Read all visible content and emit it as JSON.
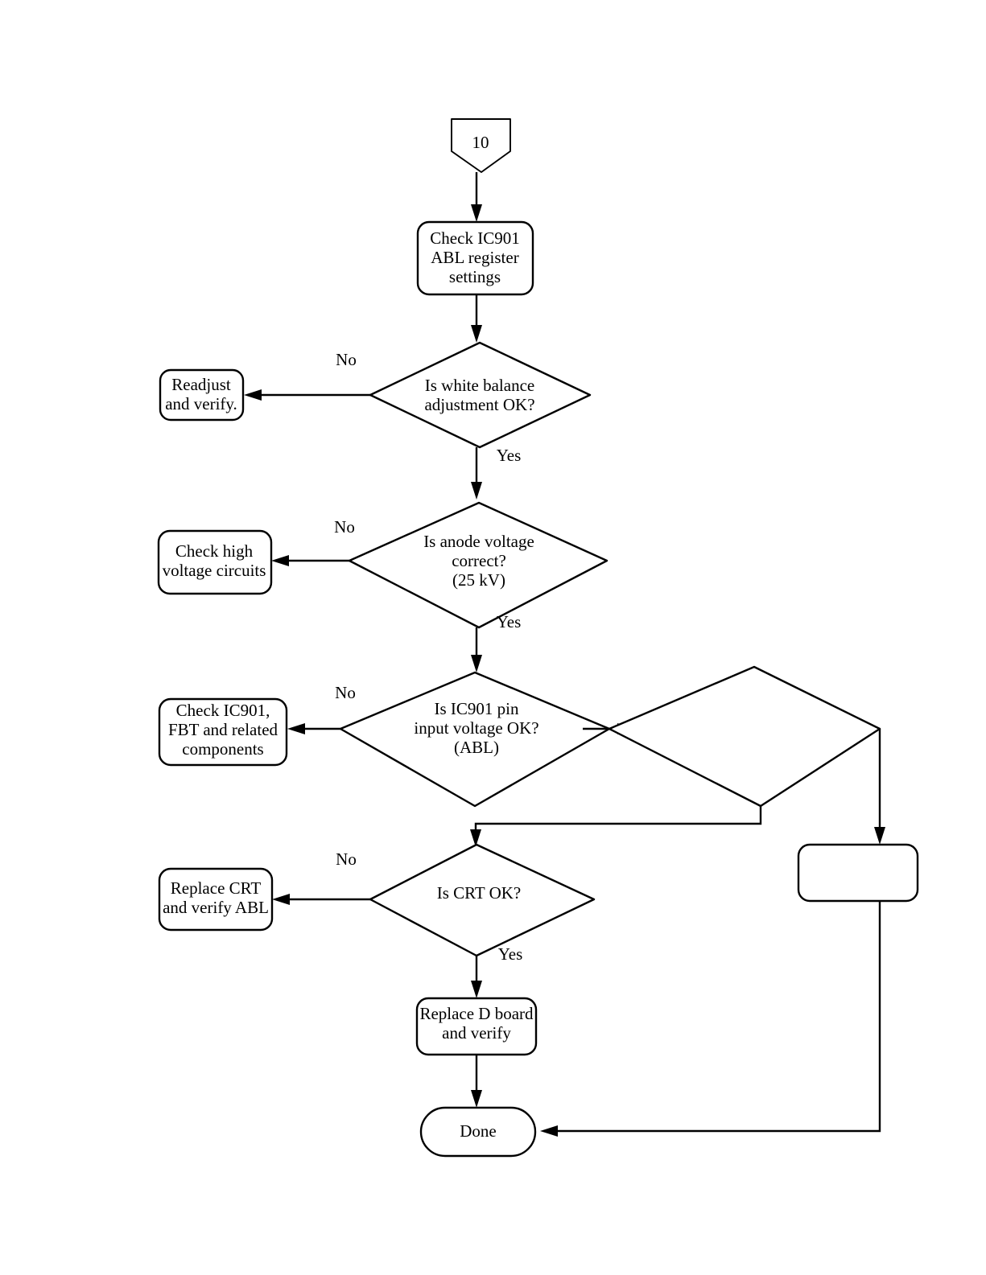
{
  "diagram": {
    "type": "flowchart",
    "title": "CRT ABL troubleshooting flowchart",
    "orientation": "top-to-bottom",
    "line_color": "#000000",
    "fill_color": "#ffffff",
    "background": "#ffffff"
  },
  "nodes": {
    "start_connector": {
      "shape": "pentagon-connector",
      "label": "10"
    },
    "step_check_abl": {
      "shape": "rounded-rectangle",
      "label_lines": [
        "Check IC901",
        "ABL register",
        "settings"
      ],
      "line1": "Check IC901",
      "line2": "ABL register",
      "line3": "settings"
    },
    "decision_white_balance": {
      "shape": "diamond",
      "label_lines": [
        "Is white balance",
        "adjustment OK?"
      ],
      "line1": "Is white balance",
      "line2": "adjustment OK?"
    },
    "action_readjust": {
      "shape": "rounded-rectangle",
      "label_lines": [
        "Readjust",
        "and verify."
      ],
      "line1": "Readjust",
      "line2": "and verify."
    },
    "decision_anode_voltage": {
      "shape": "diamond",
      "label_lines": [
        "Is anode voltage",
        "correct?",
        "(25 kV)"
      ],
      "line1": "Is anode voltage",
      "line2": "correct?",
      "line3": "(25 kV)"
    },
    "action_check_hv": {
      "shape": "rounded-rectangle",
      "label_lines": [
        "Check high",
        "voltage circuits"
      ],
      "line1": "Check high",
      "line2": "voltage circuits"
    },
    "decision_ic901_pin": {
      "shape": "diamond",
      "label_lines": [
        "Is IC901 pin",
        "input voltage OK?",
        "(ABL)"
      ],
      "line1": "Is IC901 pin",
      "line2": "input voltage OK?",
      "line3": "(ABL)"
    },
    "action_check_ic901": {
      "shape": "rounded-rectangle",
      "label_lines": [
        "Check IC901,",
        "FBT and related",
        "components"
      ],
      "line1": "Check IC901,",
      "line2": "FBT and related",
      "line3": "components"
    },
    "decision_blank": {
      "shape": "diamond",
      "label": ""
    },
    "action_blank": {
      "shape": "rounded-rectangle",
      "label": ""
    },
    "decision_crt": {
      "shape": "diamond",
      "label": "Is CRT OK?"
    },
    "action_replace_crt": {
      "shape": "rounded-rectangle",
      "label_lines": [
        "Replace CRT",
        "and verify ABL"
      ],
      "line1": "Replace CRT",
      "line2": "and verify ABL"
    },
    "action_replace_d_board": {
      "shape": "rounded-rectangle",
      "label_lines": [
        "Replace D board",
        "and verify"
      ],
      "line1": "Replace D board",
      "line2": "and verify"
    },
    "end_done": {
      "shape": "stadium",
      "label": "Done"
    }
  },
  "edge_labels": {
    "white_balance_no": "No",
    "white_balance_yes": "Yes",
    "anode_no": "No",
    "anode_yes": "Yes",
    "ic901_no": "No",
    "crt_no": "No",
    "crt_yes": "Yes"
  }
}
